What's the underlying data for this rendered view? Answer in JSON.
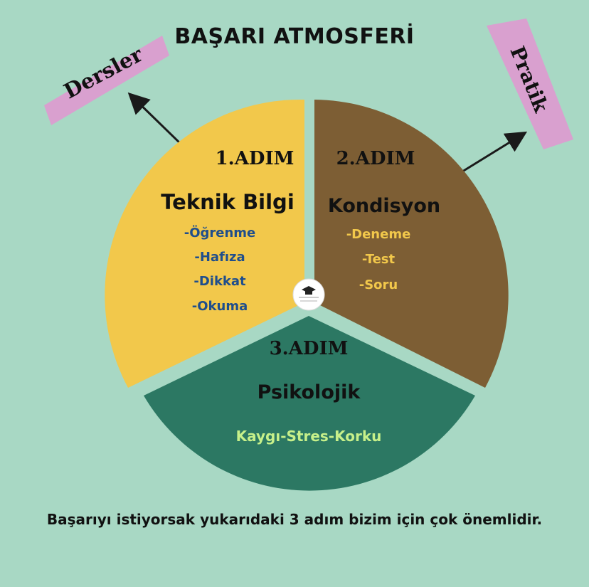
{
  "title": "BAŞARI ATMOSFERİ",
  "tags": {
    "left": "Dersler",
    "right": "Pratik"
  },
  "steps": [
    {
      "step": "1.ADIM",
      "heading": "Teknik Bilgi",
      "items": [
        "-Öğrenme",
        "-Hafıza",
        "-Dikkat",
        "-Okuma"
      ],
      "color": "#f2c84b",
      "item_color": "#1f4e8c"
    },
    {
      "step": "2.ADIM",
      "heading": "Kondisyon",
      "items": [
        "-Deneme",
        "-Test",
        "-Soru"
      ],
      "color": "#7d5e34",
      "item_color": "#f2c84b"
    },
    {
      "step": "3.ADIM",
      "heading": "Psikolojik",
      "items": [
        "Kaygı-Stres-Korku"
      ],
      "color": "#2c7863",
      "item_color": "#c7f08a"
    }
  ],
  "colors": {
    "background": "#a8d8c4",
    "tag_highlight": "#d9a0cf",
    "text_dark": "#111111"
  },
  "icons": {
    "center_logo": "graduation-cap-logo-icon",
    "arrow": "arrow-icon"
  },
  "footer": "Başarıyı istiyorsak yukarıdaki 3 adım bizim için çok önemlidir."
}
